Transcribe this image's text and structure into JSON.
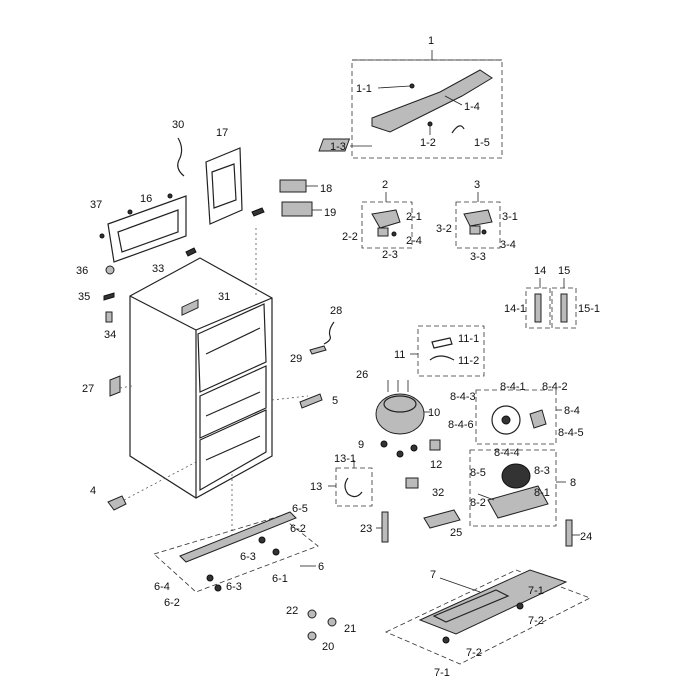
{
  "labels": {
    "l1": "1",
    "l1_1": "1-1",
    "l1_2": "1-2",
    "l1_3": "1-3",
    "l1_4": "1-4",
    "l1_5": "1-5",
    "l2": "2",
    "l2_1": "2-1",
    "l2_2": "2-2",
    "l2_3": "2-3",
    "l2_4": "2-4",
    "l3": "3",
    "l3_1": "3-1",
    "l3_2": "3-2",
    "l3_3": "3-3",
    "l3_4": "3-4",
    "l4": "4",
    "l5": "5",
    "l6": "6",
    "l6_1": "6-1",
    "l6_2a": "6-2",
    "l6_2b": "6-2",
    "l6_3a": "6-3",
    "l6_3b": "6-3",
    "l6_4": "6-4",
    "l6_5": "6-5",
    "l7": "7",
    "l7_1a": "7-1",
    "l7_1b": "7-1",
    "l7_2a": "7-2",
    "l7_2b": "7-2",
    "l8": "8",
    "l8_1": "8-1",
    "l8_2": "8-2",
    "l8_3": "8-3",
    "l8_4": "8-4",
    "l8_4_1": "8-4-1",
    "l8_4_2": "8-4-2",
    "l8_4_3": "8-4-3",
    "l8_4_4": "8-4-4",
    "l8_4_5": "8-4-5",
    "l8_4_6": "8-4-6",
    "l8_5": "8-5",
    "l9": "9",
    "l10": "10",
    "l11": "11",
    "l11_1": "11-1",
    "l11_2": "11-2",
    "l12": "12",
    "l13": "13",
    "l13_1": "13-1",
    "l14": "14",
    "l14_1": "14-1",
    "l15": "15",
    "l15_1": "15-1",
    "l16": "16",
    "l17": "17",
    "l18": "18",
    "l19": "19",
    "l20": "20",
    "l21": "21",
    "l22": "22",
    "l23": "23",
    "l24": "24",
    "l25": "25",
    "l26": "26",
    "l27": "27",
    "l28": "28",
    "l29": "29",
    "l30": "30",
    "l31": "31",
    "l32": "32",
    "l33": "33",
    "l34": "34",
    "l35": "35",
    "l36": "36",
    "l37": "37"
  }
}
